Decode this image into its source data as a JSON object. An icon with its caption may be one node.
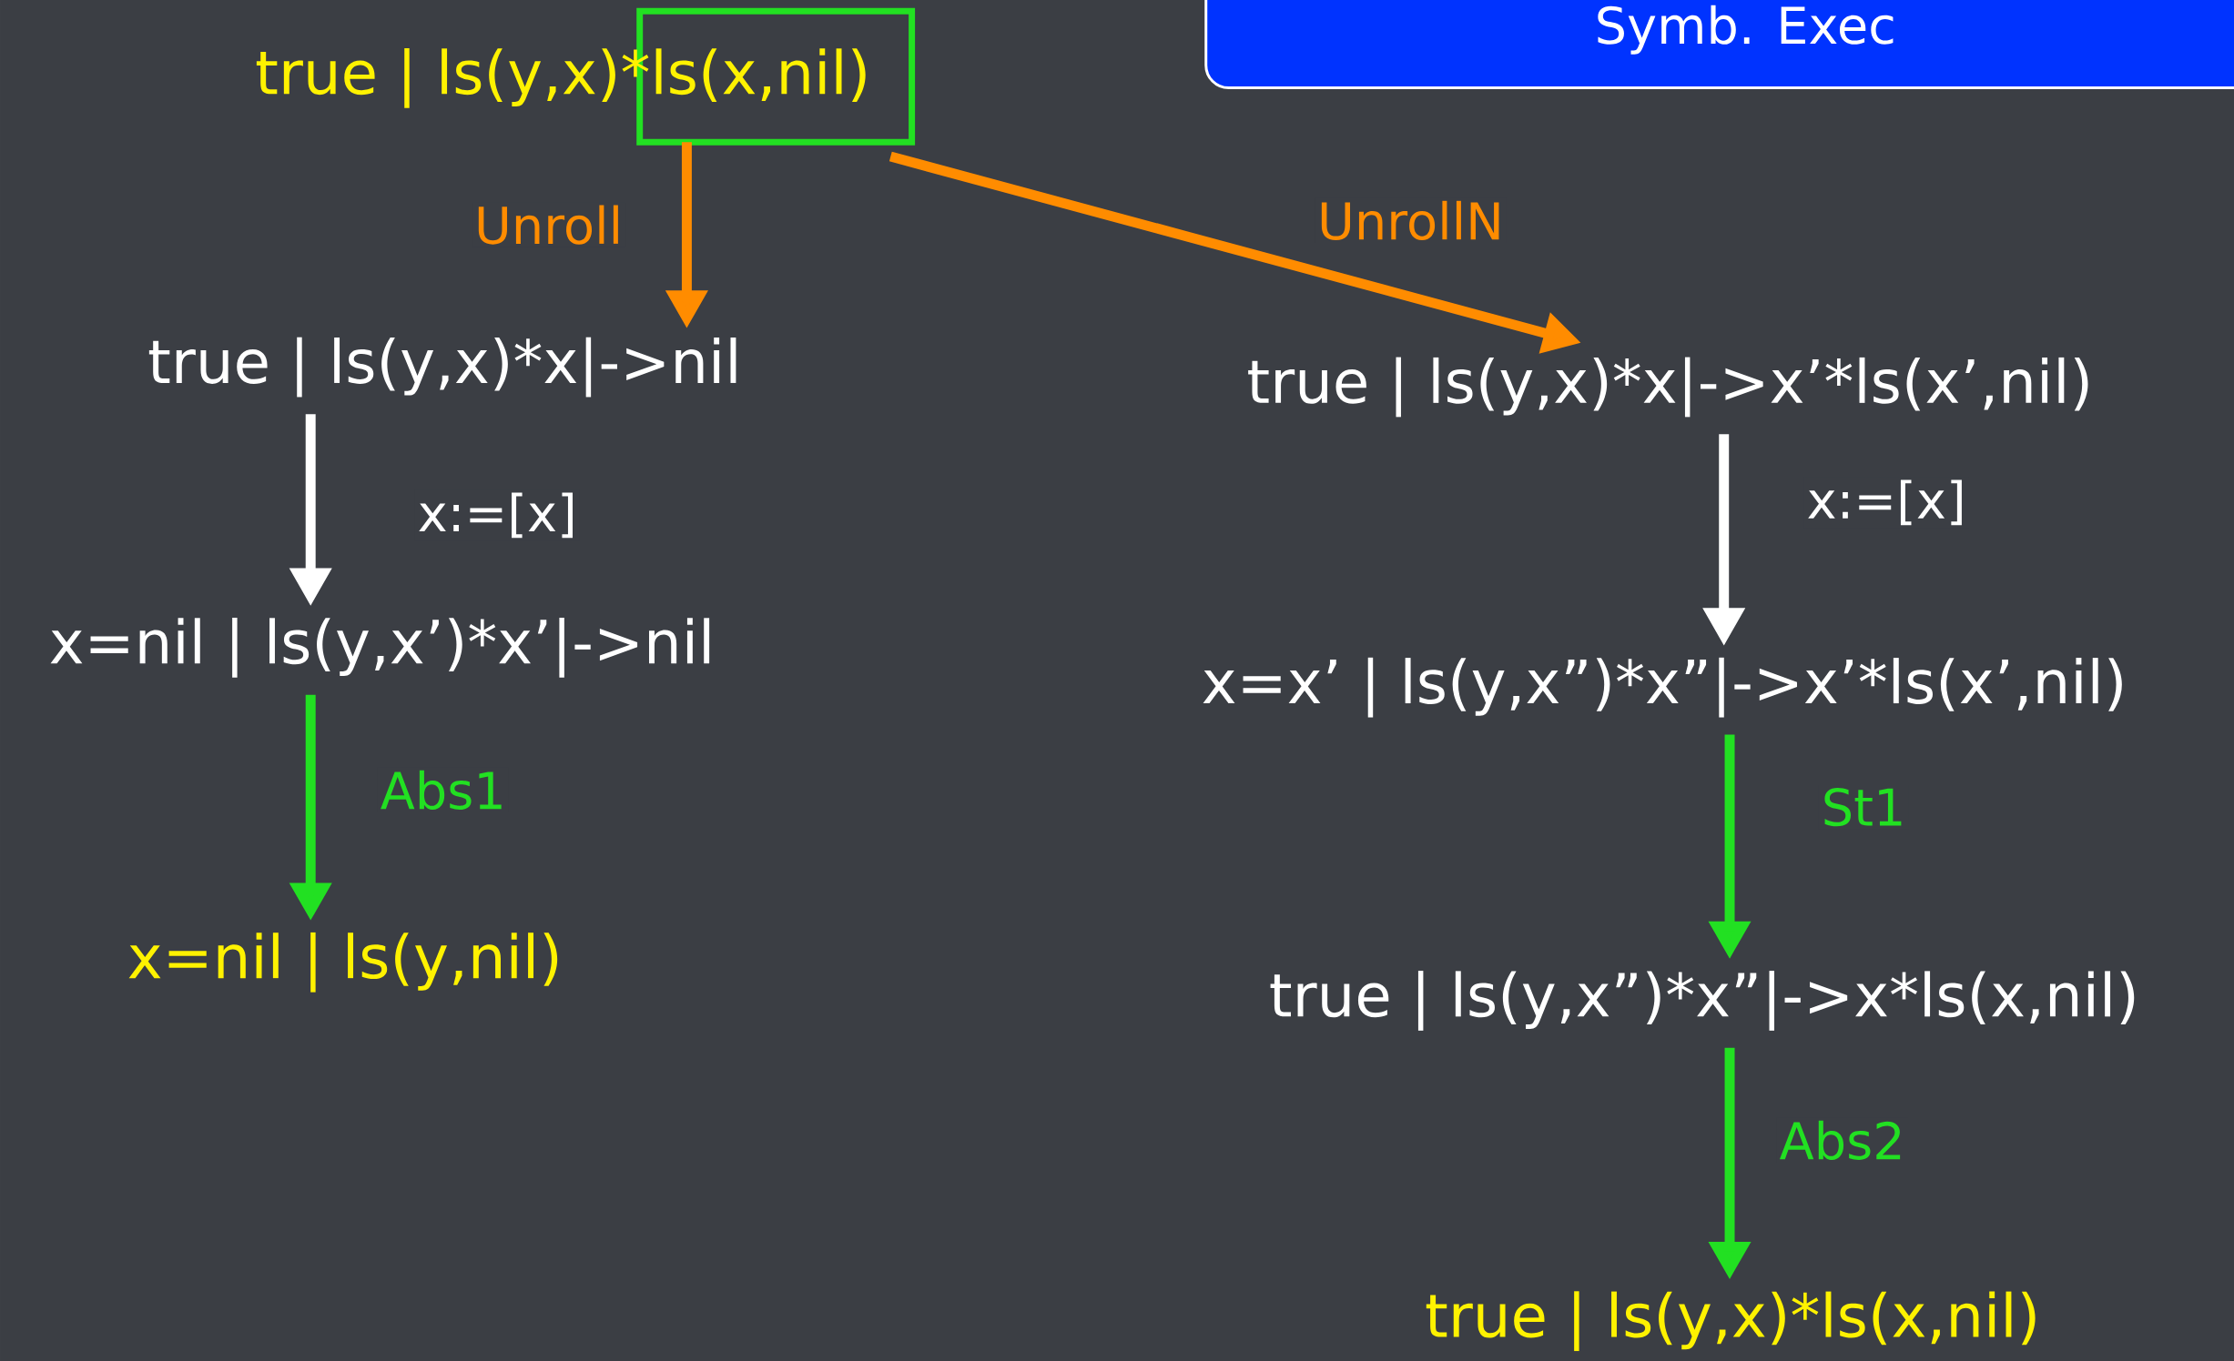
{
  "diagram": {
    "title": "Symb. Exec",
    "nodes": [
      {
        "text": [
          "true | ls(y,x)*ls(x,nil)"
        ]
      },
      {
        "text": [
          "true | ls(y,x)*x|->nil"
        ]
      },
      {
        "text": [
          "x=nil | ls(y,x’)*x’|->nil"
        ]
      },
      {
        "text": [
          "x=nil | ls(y,nil)"
        ]
      },
      {
        "text": [
          "true | ls(y,x)*x|->x’*ls(x’,nil)"
        ]
      },
      {
        "text": [
          "x=x’ | ls(y,x”)*x”|->x’*ls(x’,nil)"
        ]
      },
      {
        "text": [
          "true | ls(y,x”)*x”|->x*ls(x,nil)"
        ]
      },
      {
        "text": [
          "true | ls(y,x)*ls(x,nil)"
        ]
      }
    ],
    "edges": [
      {
        "from": 0,
        "to": 1,
        "arrow": "to",
        "label": "Unroll",
        "color": "#ff8c00"
      },
      {
        "from": 0,
        "to": 4,
        "arrow": "to",
        "label": "UnrollN",
        "color": "#ff8c00"
      },
      {
        "from": 1,
        "to": 2,
        "arrow": "to",
        "label": "x:=[x]",
        "color": "#ffffff"
      },
      {
        "from": 2,
        "to": 3,
        "arrow": "to",
        "label": "Abs1"
      },
      {
        "from": 4,
        "to": 5,
        "arrow": "to",
        "label": "x:=[x]",
        "color": "#ffffff"
      },
      {
        "from": 5,
        "to": 6,
        "arrow": "to",
        "label": "St1"
      },
      {
        "from": 6,
        "to": 7,
        "arrow": "to",
        "label": "Abs2"
      }
    ]
  }
}
